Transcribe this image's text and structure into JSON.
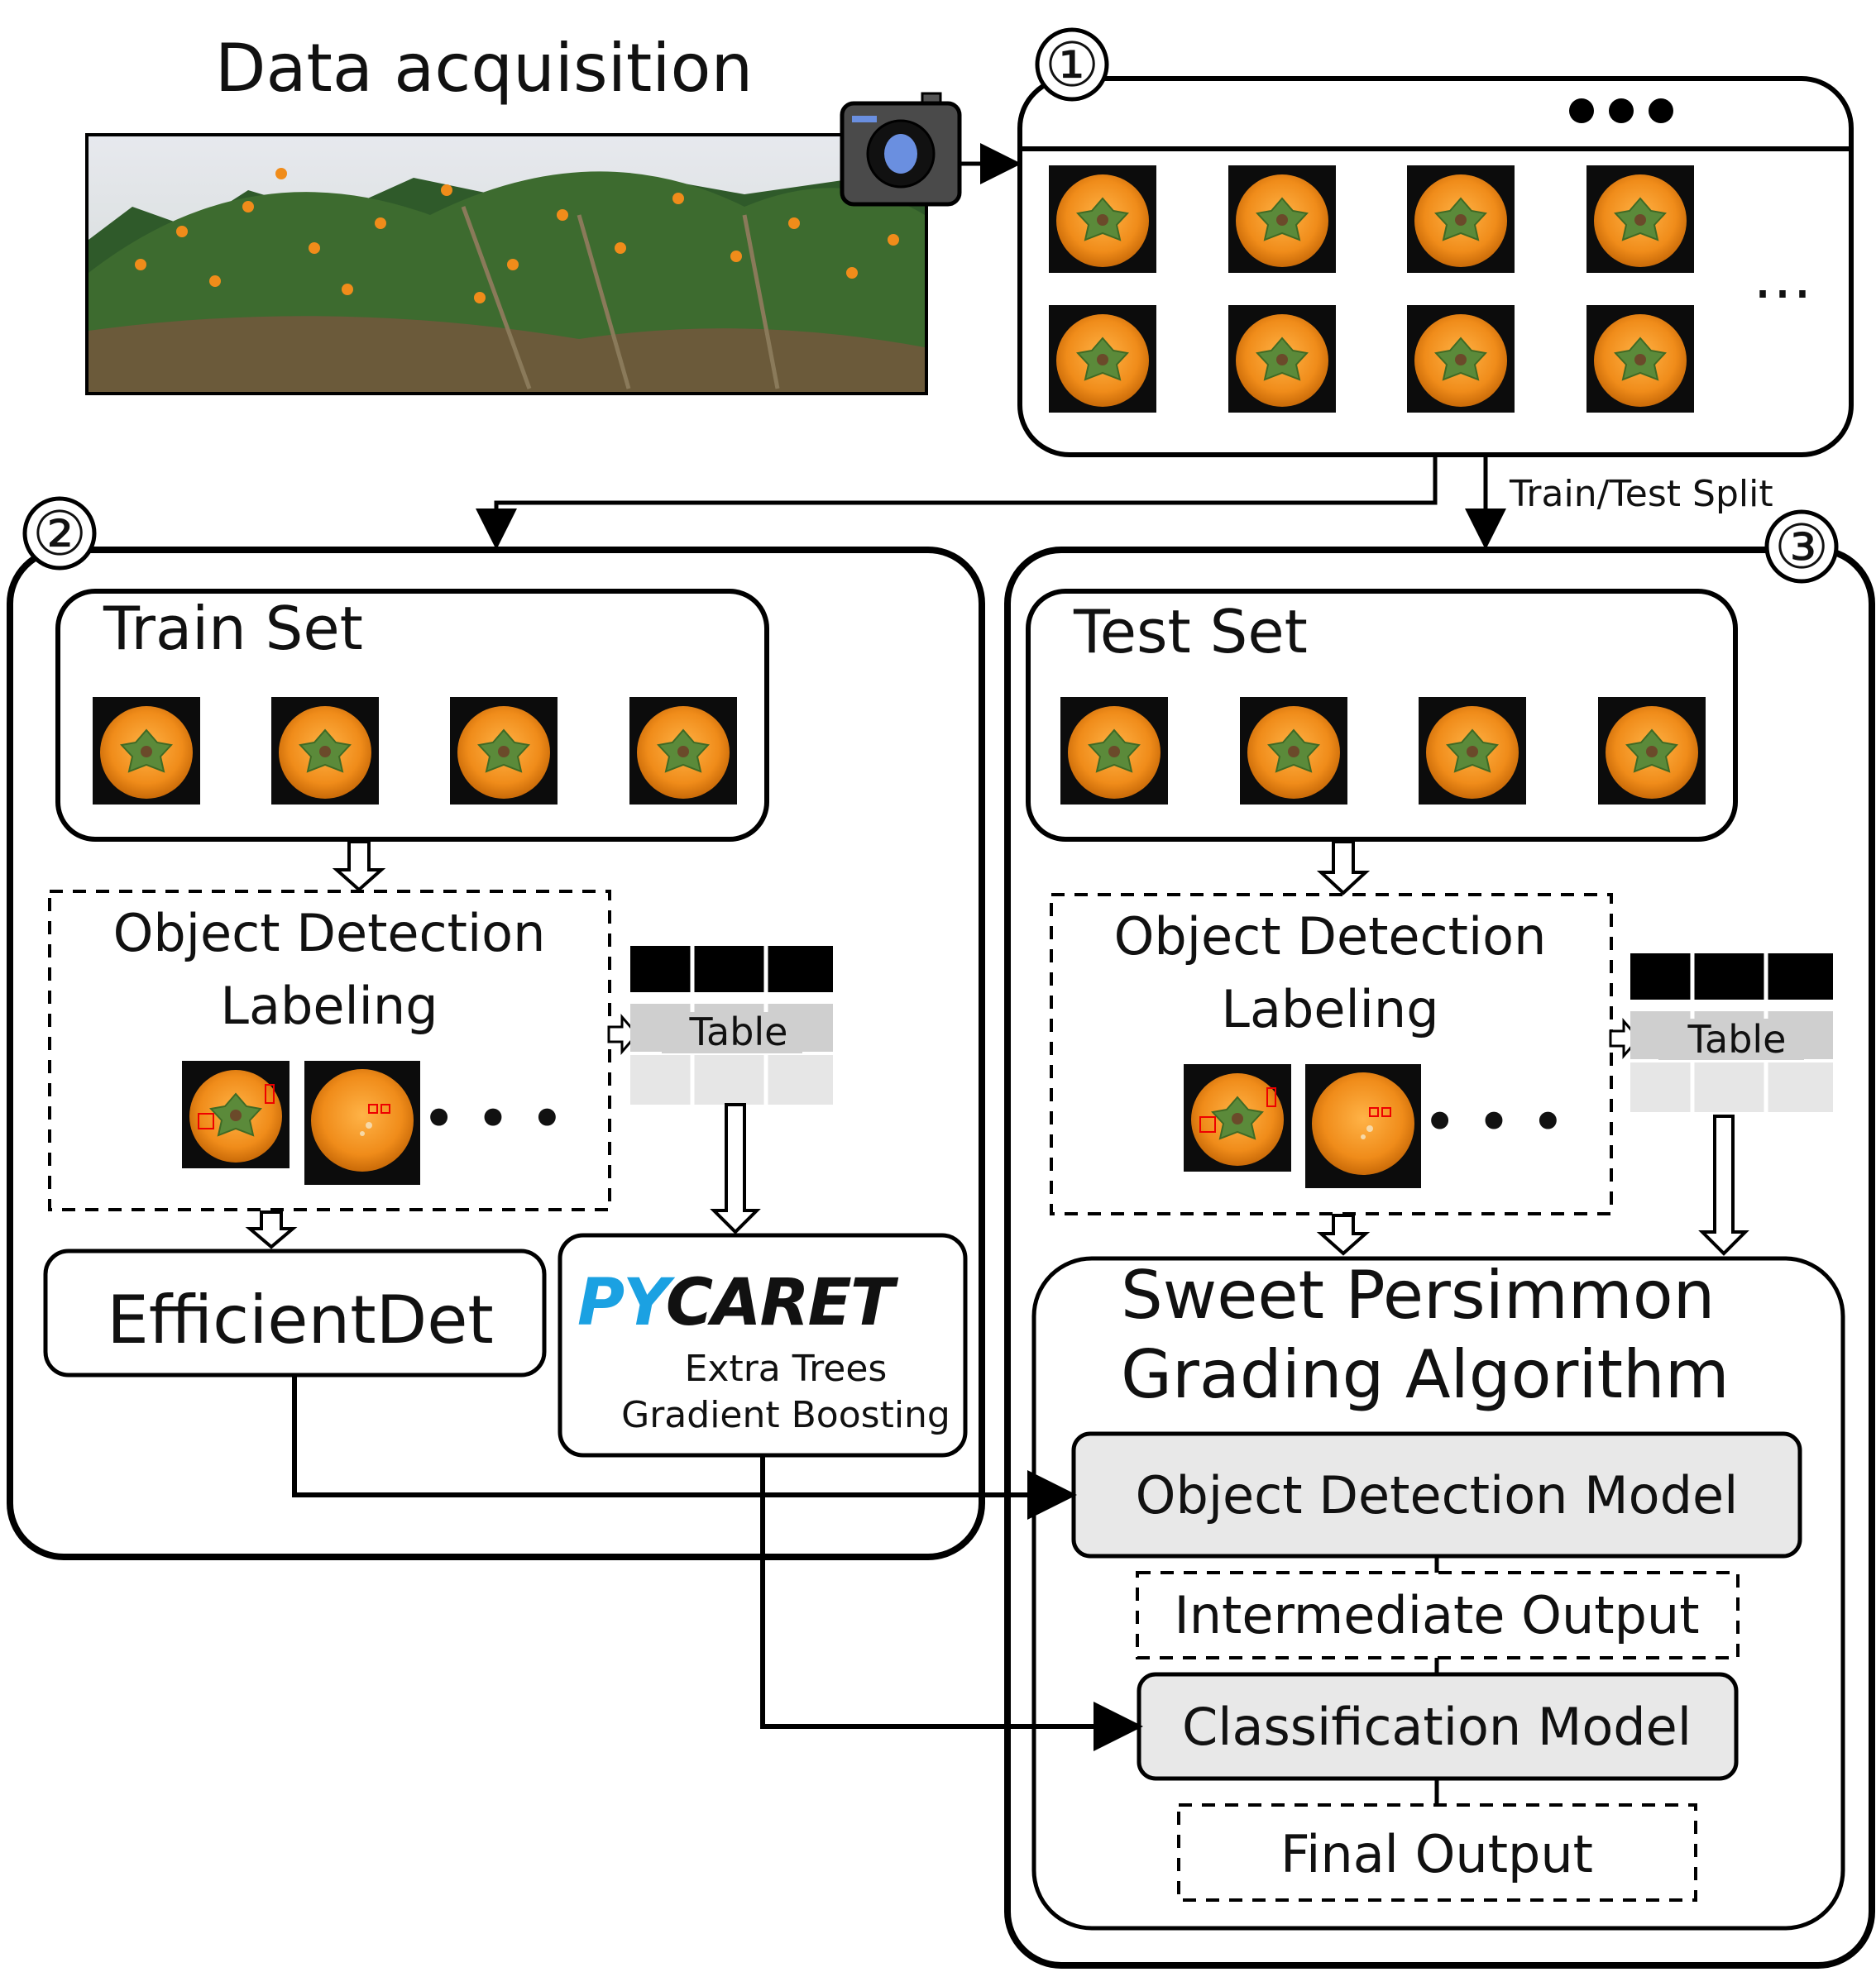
{
  "header": {
    "acquisition_title": "Data acquisition"
  },
  "steps": {
    "step1": "①",
    "step2": "②",
    "step3": "③"
  },
  "dataset_window": {
    "ellipsis": "…"
  },
  "split": {
    "label": "Train/Test Split"
  },
  "train": {
    "set_title": "Train Set",
    "labeling_title_line1": "Object Detection",
    "labeling_title_line2": "Labeling",
    "ellipsis": "• • •",
    "table_label": "Table",
    "model_efficientdet": "EfficientDet",
    "pycaret_logo_text": "PYCARET",
    "pycaret_line1": "Extra Trees",
    "pycaret_line2": "Gradient Boosting"
  },
  "test": {
    "set_title": "Test Set",
    "labeling_title_line1": "Object Detection",
    "labeling_title_line2": "Labeling",
    "ellipsis": "• • •",
    "table_label": "Table",
    "algorithm_title_line1": "Sweet Persimmon",
    "algorithm_title_line2": "Grading Algorithm",
    "od_model": "Object Detection Model",
    "intermediate_output": "Intermediate Output",
    "classification_model": "Classification Model",
    "final_output": "Final Output"
  },
  "colors": {
    "persimmon": "#f08c1a",
    "calyx": "#5b8a3a",
    "photo_bg": "#0c0c0c",
    "box_fill_gray": "#e8e8e8",
    "table_header": "#000000",
    "table_row1": "#cfcfcf",
    "table_row2": "#e6e6e6",
    "pycaret_blue": "#1ba1e2",
    "camera_body": "#4a4a4a",
    "camera_lens": "#6a8fe0"
  }
}
